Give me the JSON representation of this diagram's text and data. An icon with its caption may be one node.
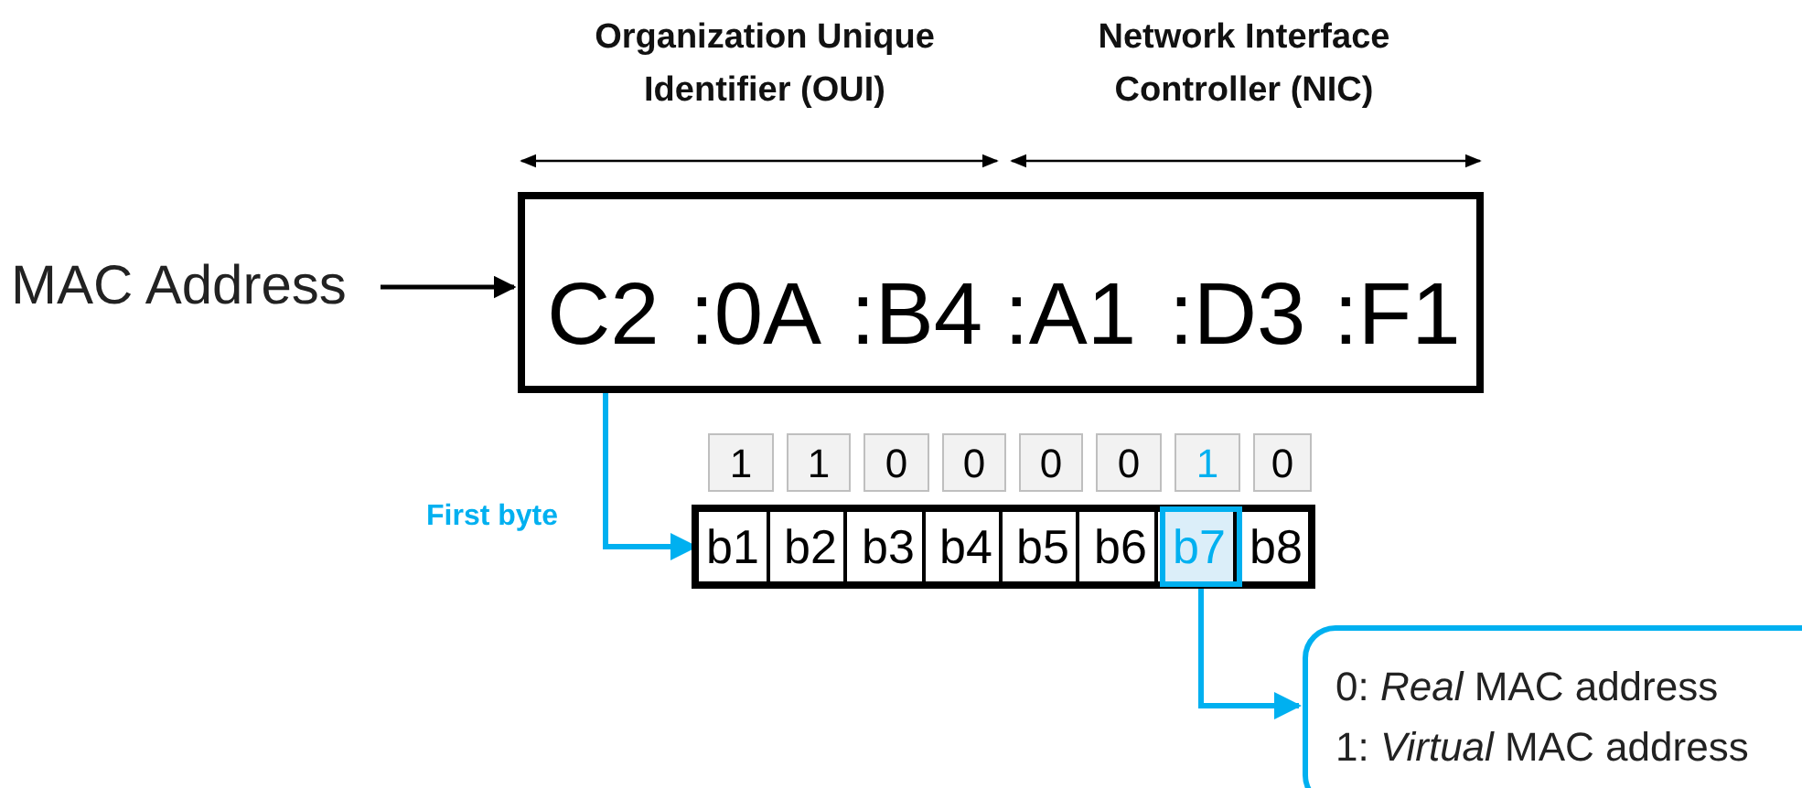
{
  "diagram": {
    "nodes": [
      {
        "text": [
          "MAC Address"
        ]
      },
      {
        "text": [],
        "shape": "box"
      },
      {
        "text": [
          "C2"
        ],
        "in": 1
      },
      {
        "text": [
          ":0A"
        ],
        "in": 1
      },
      {
        "text": [
          ":B4"
        ],
        "in": 1
      },
      {
        "text": [
          ":A1"
        ],
        "in": 1
      },
      {
        "text": [
          ":D3"
        ],
        "in": 1
      },
      {
        "text": [
          ":F1"
        ],
        "in": 1
      },
      {
        "text": [],
        "shape": "box"
      },
      {
        "text": [
          "b1"
        ],
        "in": 8,
        "beside": [
          "1"
        ]
      },
      {
        "text": [
          "b2"
        ],
        "in": 8,
        "beside": [
          "1"
        ]
      },
      {
        "text": [
          "b3"
        ],
        "in": 8,
        "beside": [
          "0"
        ]
      },
      {
        "text": [
          "b4"
        ],
        "in": 8,
        "beside": [
          "0"
        ]
      },
      {
        "text": [
          "b5"
        ],
        "in": 8,
        "beside": [
          "0"
        ]
      },
      {
        "text": [
          "b6"
        ],
        "in": 8,
        "beside": [
          "0"
        ]
      },
      {
        "text": [
          "b7"
        ],
        "in": 8,
        "beside": [
          "1"
        ]
      },
      {
        "text": [
          "b8"
        ],
        "in": 8,
        "beside": [
          "0"
        ]
      },
      {
        "text": [
          "0: *Real* MAC address",
          "1: *Virtual* MAC address"
        ]
      }
    ],
    "edges": [
      {
        "from": 0,
        "to": 1,
        "arrow": "to",
        "color": "#000000"
      },
      {
        "from": 2,
        "to": 9,
        "arrow": "to",
        "label": "First byte"
      },
      {
        "from": 15,
        "to": 17,
        "arrow": "to"
      }
    ],
    "labels": [
      "Organization Unique Identifier (OUI)",
      "Network Interface Controller (NIC)"
    ]
  }
}
